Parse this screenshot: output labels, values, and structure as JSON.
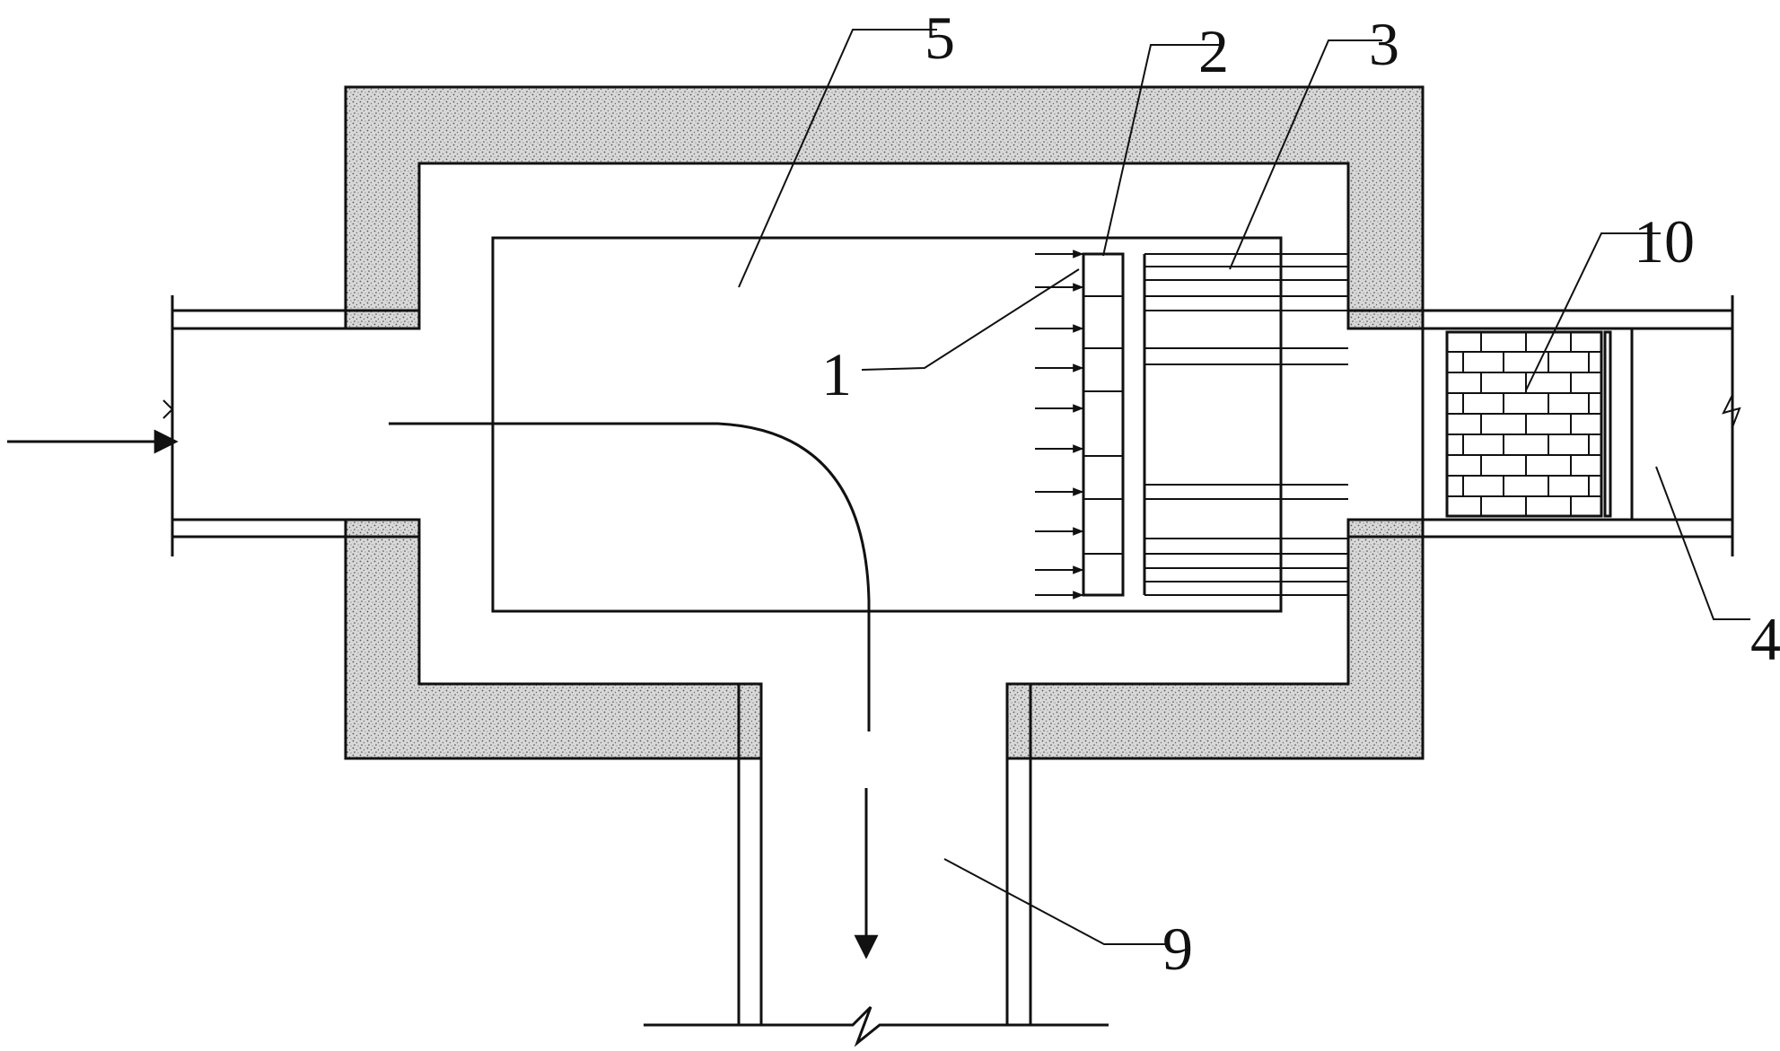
{
  "labels": {
    "l1": "1",
    "l2": "2",
    "l3": "3",
    "l4": "4",
    "l5": "5",
    "l9": "9",
    "l10": "10"
  },
  "colors": {
    "line": "#111111",
    "background": "#ffffff",
    "concrete": "#bdbdbd"
  }
}
